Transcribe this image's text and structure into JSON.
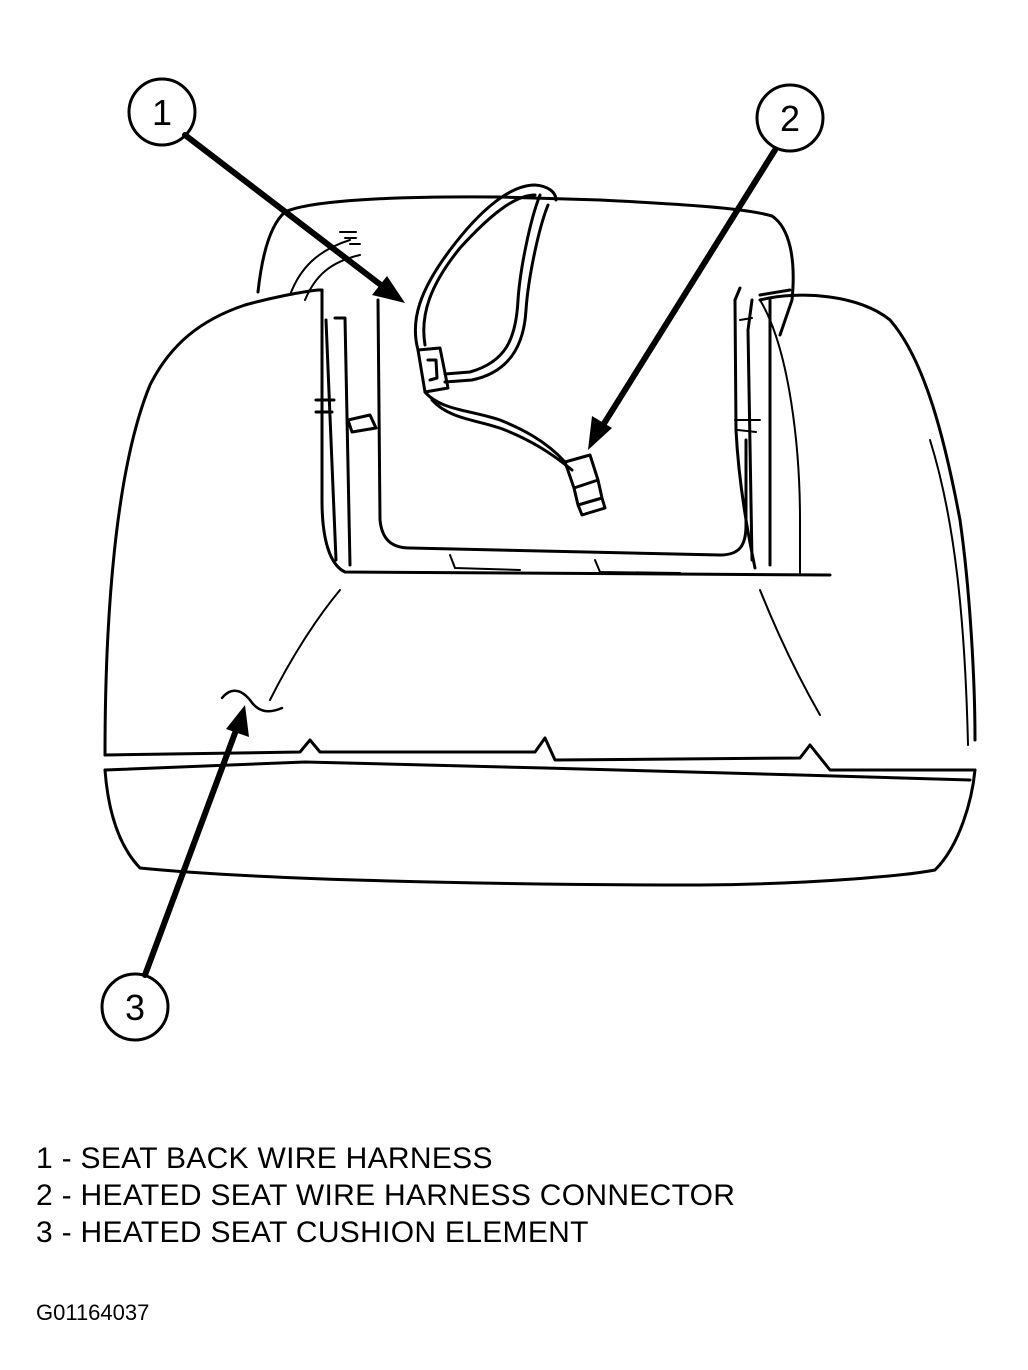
{
  "callouts": [
    {
      "number": "1",
      "text": "SEAT BACK WIRE HARNESS"
    },
    {
      "number": "2",
      "text": "HEATED SEAT WIRE HARNESS CONNECTOR"
    },
    {
      "number": "3",
      "text": "HEATED SEAT CUSHION ELEMENT"
    }
  ],
  "legend": {
    "item1": "1 - SEAT BACK WIRE HARNESS",
    "item2": "2 - HEATED SEAT WIRE HARNESS CONNECTOR",
    "item3": "3 - HEATED SEAT CUSHION ELEMENT"
  },
  "figure_id": "G01164037",
  "colors": {
    "line": "#000000",
    "background": "#ffffff"
  }
}
